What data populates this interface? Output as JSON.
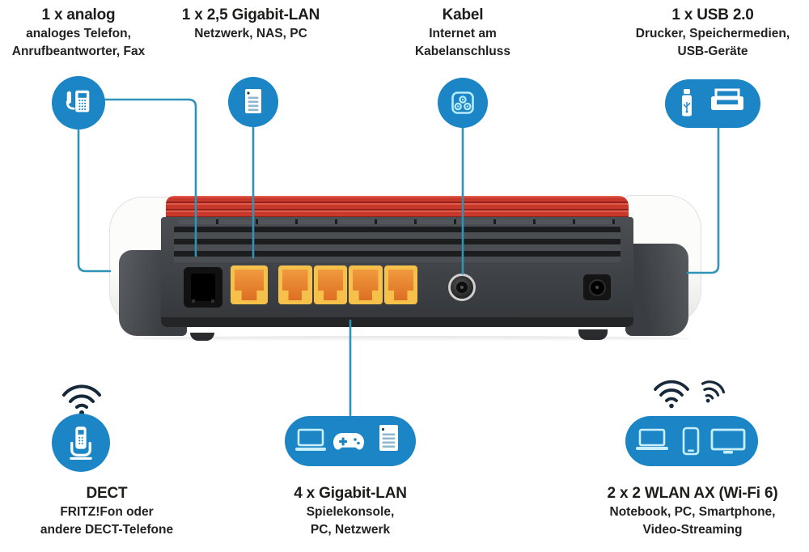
{
  "colors": {
    "accent_blue": "#1b85c5",
    "line_teal": "#2e93b7",
    "router_red": "#c8382b",
    "port_yellow": "#f5c14b",
    "port_orange": "#dd6f24",
    "wifi_dark": "#15293b",
    "text": "#1d1d1b"
  },
  "callouts": {
    "analog": {
      "title": "1 x analog",
      "lines": [
        "analoges Telefon,",
        "Anrufbeantworter, Fax"
      ],
      "icons": [
        "desk-phone-icon"
      ]
    },
    "lan25": {
      "title": "1 x 2,5 Gigabit-LAN",
      "lines": [
        "Netzwerk, NAS, PC"
      ],
      "icons": [
        "nas-server-icon"
      ]
    },
    "kabel": {
      "title": "Kabel",
      "lines": [
        "Internet am",
        "Kabelanschluss"
      ],
      "icons": [
        "cable-outlet-icon"
      ]
    },
    "usb": {
      "title": "1 x USB 2.0",
      "lines": [
        "Drucker, Speichermedien,",
        "USB-Geräte"
      ],
      "icons": [
        "usb-stick-icon",
        "printer-icon"
      ]
    },
    "dect": {
      "title": "DECT",
      "lines": [
        "FRITZ!Fon oder",
        "andere DECT-Telefone"
      ],
      "icons": [
        "wifi-waves-icon",
        "dect-handset-icon"
      ]
    },
    "lan4": {
      "title": "4 x Gigabit-LAN",
      "lines": [
        "Spielekonsole,",
        "PC, Netzwerk"
      ],
      "icons": [
        "laptop-icon",
        "gamepad-icon",
        "server-icon"
      ]
    },
    "wlan": {
      "title": "2 x 2 WLAN AX (Wi-Fi 6)",
      "lines": [
        "Notebook, PC, Smartphone,",
        "Video-Streaming"
      ],
      "icons": [
        "wifi-waves-icon",
        "laptop-icon",
        "smartphone-icon",
        "monitor-icon"
      ]
    }
  },
  "router": {
    "back_panel_ports": [
      "analog-phone-port",
      "2-5-gigabit-lan-port",
      "gigabit-lan-port-1",
      "gigabit-lan-port-2",
      "gigabit-lan-port-3",
      "gigabit-lan-port-4",
      "coax-cable-connector",
      "power-connector"
    ]
  }
}
